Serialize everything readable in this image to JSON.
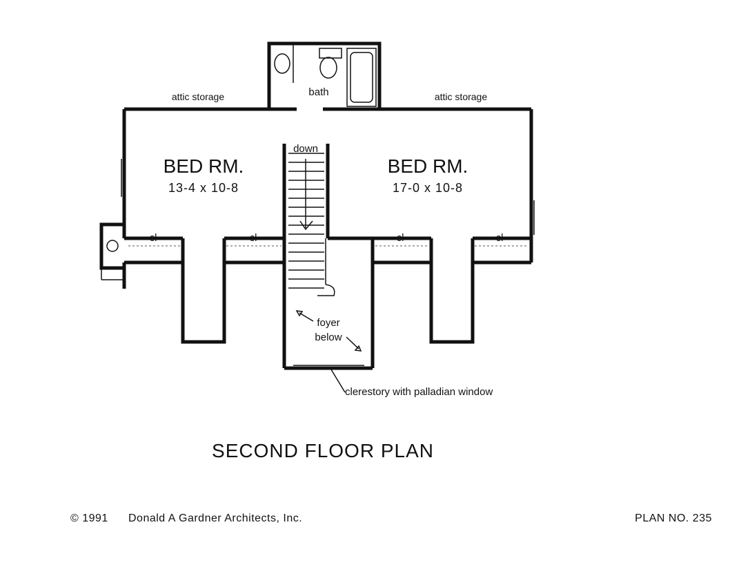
{
  "plan": {
    "title": "SECOND FLOOR PLAN",
    "plan_number": "PLAN NO. 235",
    "copyright": "© 1991",
    "architect": "Donald A Gardner Architects, Inc."
  },
  "rooms": {
    "bath": "bath",
    "bed_left": {
      "name": "BED RM.",
      "size": "13-4 x 10-8"
    },
    "bed_right": {
      "name": "BED RM.",
      "size": "17-0 x 10-8"
    }
  },
  "annotations": {
    "attic_left": "attic storage",
    "attic_right": "attic storage",
    "stair_down": "down",
    "foyer_line1": "foyer",
    "foyer_line2": "below",
    "clerestory": "clerestory with palladian window",
    "closet_1": "cl",
    "closet_2": "cl",
    "closet_3": "cl",
    "closet_4": "cl"
  }
}
